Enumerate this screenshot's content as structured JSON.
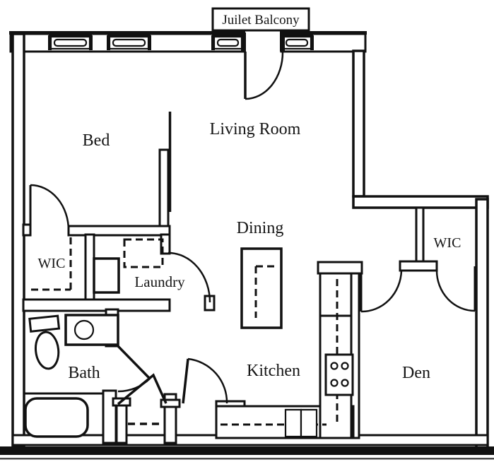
{
  "floorplan": {
    "balcony_label": "Juilet Balcony",
    "rooms": [
      {
        "id": "living-room",
        "label": "Living Room"
      },
      {
        "id": "bed",
        "label": "Bed"
      },
      {
        "id": "dining",
        "label": "Dining"
      },
      {
        "id": "wic-left",
        "label": "WIC"
      },
      {
        "id": "laundry",
        "label": "Laundry"
      },
      {
        "id": "bath",
        "label": "Bath"
      },
      {
        "id": "kitchen",
        "label": "Kitchen"
      },
      {
        "id": "den",
        "label": "Den"
      },
      {
        "id": "wic-right",
        "label": "WIC"
      }
    ],
    "colors": {
      "wall": "#111111",
      "background": "#ffffff",
      "text": "#151515"
    }
  }
}
